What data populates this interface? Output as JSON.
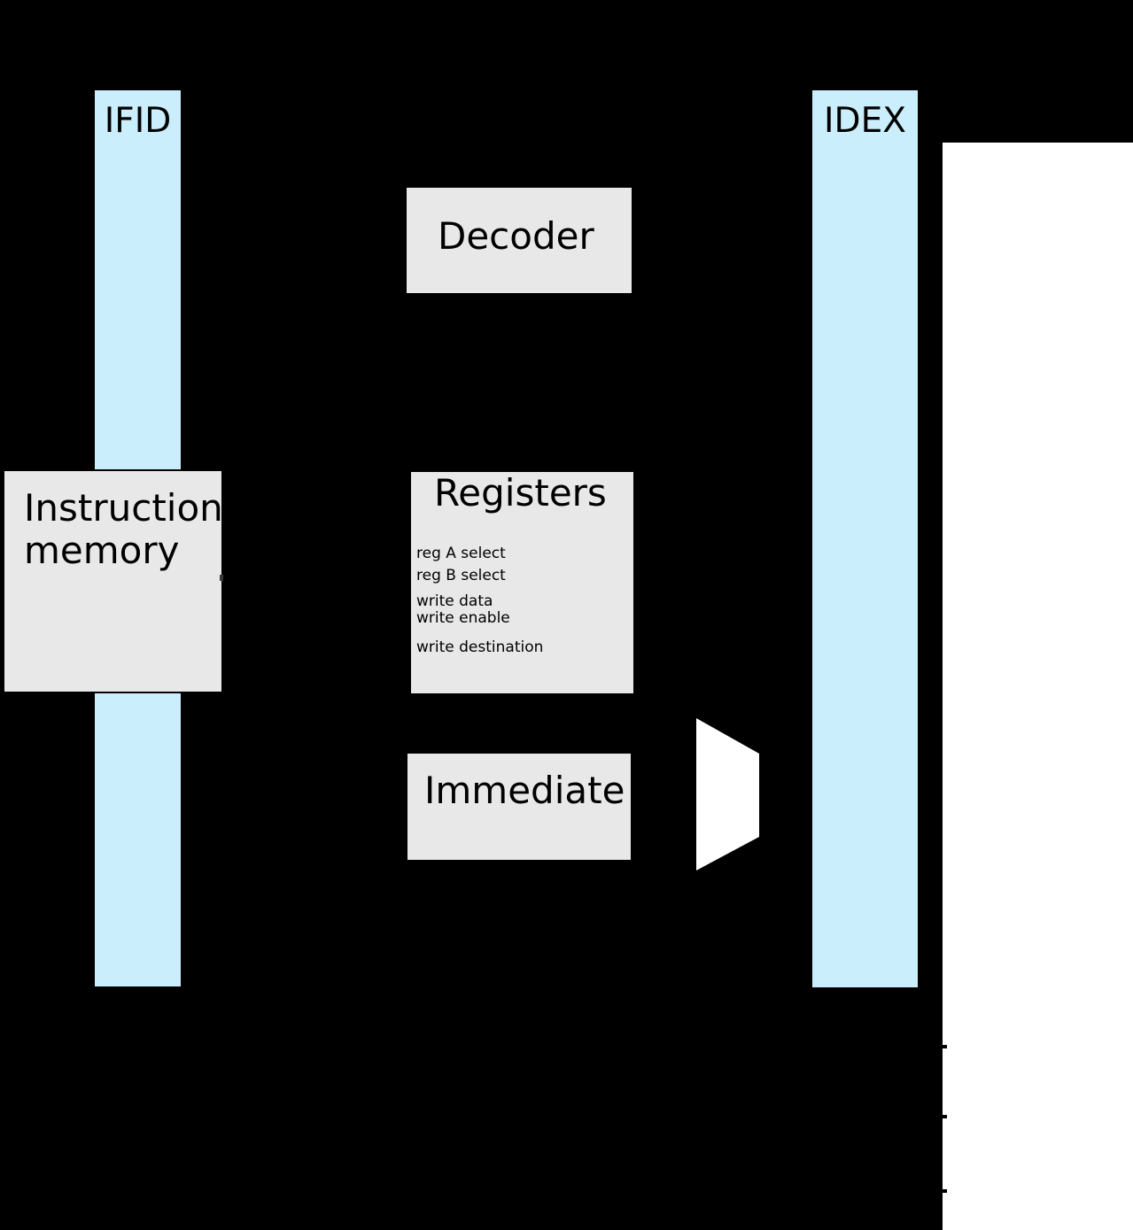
{
  "colors": {
    "background": "#000000",
    "panel": "#ffffff",
    "pipeline_register_fill": "#cbeefc",
    "block_fill": "#e8e8e8",
    "stroke": "#000000",
    "text": "#000000"
  },
  "pipeline_registers": {
    "ifid": {
      "label": "IFID"
    },
    "idex": {
      "label": "IDEX"
    }
  },
  "blocks": {
    "decoder": {
      "label": "Decoder"
    },
    "instruction_memory": {
      "label": "Instruction memory"
    },
    "registers": {
      "label": "Registers",
      "ports": {
        "reg_a_select": "reg A select",
        "reg_b_select": "reg B select",
        "write_data": "write data",
        "write_enable": "write enable",
        "write_destination": "write destination"
      }
    },
    "immediate": {
      "label": "Immediate"
    }
  }
}
